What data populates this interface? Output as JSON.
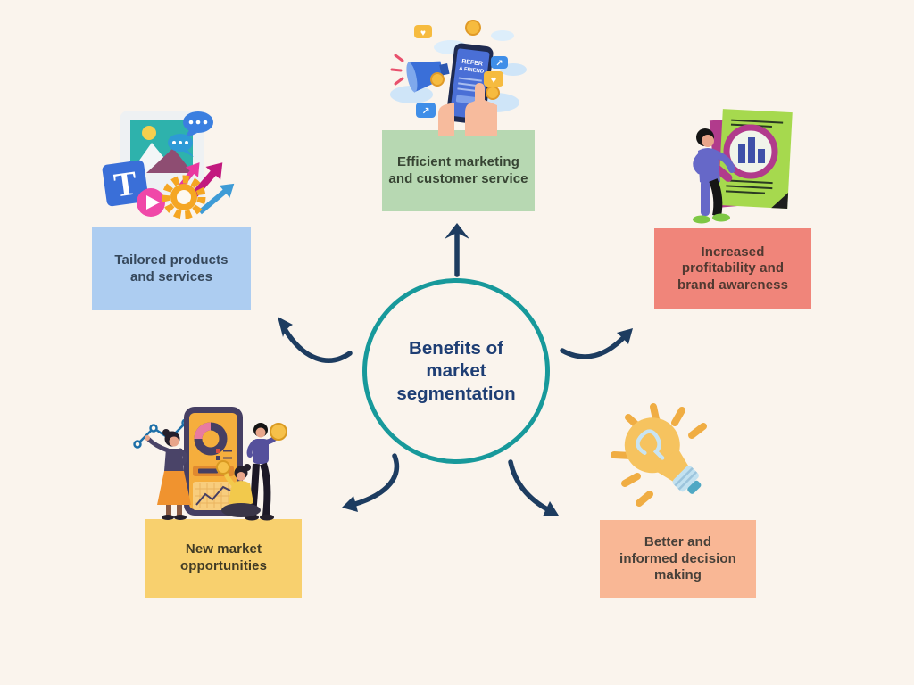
{
  "background_color": "#faf4ed",
  "center": {
    "label": "Benefits of market segmentation",
    "ring_color": "#17999b",
    "text_color": "#1e3e74"
  },
  "arrow_color": "#1d3c60",
  "nodes": [
    {
      "id": "efficient-marketing",
      "position": "top",
      "label": "Efficient marketing and customer service",
      "bg": "#b7d8b2",
      "text_color": "#374433",
      "illustration": "social-media-marketing"
    },
    {
      "id": "tailored-products",
      "position": "top-left",
      "label": "Tailored products and services",
      "bg": "#adcdf1",
      "text_color": "#36485c",
      "illustration": "content-creation"
    },
    {
      "id": "increased-profitability",
      "position": "top-right",
      "label": "Increased profitability and brand awareness",
      "bg": "#f0857a",
      "text_color": "#513931",
      "illustration": "report-analysis"
    },
    {
      "id": "new-market",
      "position": "bottom-left",
      "label": "New market opportunities",
      "bg": "#f8d06e",
      "text_color": "#413b25",
      "illustration": "mobile-analytics"
    },
    {
      "id": "better-decisions",
      "position": "bottom-right",
      "label": "Better and informed decision making",
      "bg": "#f9b795",
      "text_color": "#474039",
      "illustration": "idea-lightbulb"
    }
  ],
  "illustration_texts": {
    "phone_screen_line1": "REFER",
    "phone_screen_line2": "A FRIEND",
    "typography_letter": "T"
  },
  "icons": {
    "heart": "♥",
    "share_arrow": "↗"
  }
}
